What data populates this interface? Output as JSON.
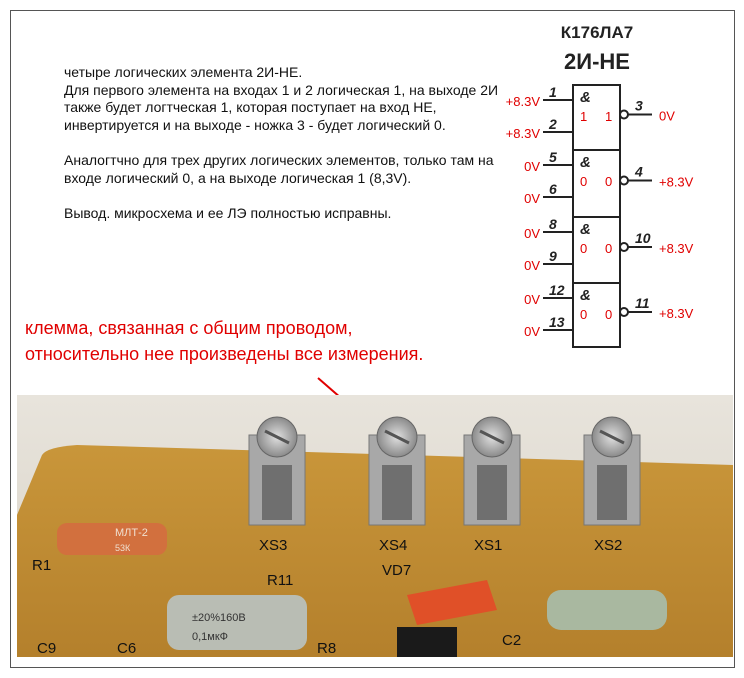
{
  "description": {
    "line1": "четыре логических элемента 2И-НЕ.",
    "para1": "Для первого элемента на входах 1 и 2 логическая 1, на выходе 2И также будет логтческая 1, которая поступает на вход НЕ,  инвертируется и на выходе - ножка 3 - будет логический 0.",
    "para2": "Аналогтчно для трех других логических элементов, только там на входе логический 0, а на выходе логическая 1 (8,3V).",
    "para3": "Вывод.  микросхема и ее ЛЭ полностью исправны."
  },
  "schematic": {
    "chip": "К176ЛА7",
    "type": "2И-НЕ",
    "gates": [
      {
        "symbol": "&",
        "in_pins": [
          "1",
          "2"
        ],
        "in_volts": [
          "+8.3V",
          "+8.3V"
        ],
        "in_logic": "1",
        "out_logic": "1",
        "out_pin": "3",
        "out_volt": "0V"
      },
      {
        "symbol": "&",
        "in_pins": [
          "5",
          "6"
        ],
        "in_volts": [
          "0V",
          "0V"
        ],
        "in_logic": "0",
        "out_logic": "0",
        "out_pin": "4",
        "out_volt": "+8.3V"
      },
      {
        "symbol": "&",
        "in_pins": [
          "8",
          "9"
        ],
        "in_volts": [
          "0V",
          "0V"
        ],
        "in_logic": "0",
        "out_logic": "0",
        "out_pin": "10",
        "out_volt": "+8.3V"
      },
      {
        "symbol": "&",
        "in_pins": [
          "12",
          "13"
        ],
        "in_volts": [
          "0V",
          "0V"
        ],
        "in_logic": "0",
        "out_logic": "0",
        "out_pin": "11",
        "out_volt": "+8.3V"
      }
    ],
    "accent_color": "#e00000"
  },
  "note": {
    "line1": "клемма, связанная с общим проводом,",
    "line2": "относительно нее произведены все измерения."
  },
  "photo": {
    "terminals": [
      "XS3",
      "XS4",
      "XS1",
      "XS2"
    ],
    "labels": {
      "r1": "R1",
      "r11": "R11",
      "vd7": "VD7",
      "c9": "C9",
      "c6": "C6",
      "r8": "R8",
      "c2": "C2",
      "resistor": "МЛТ-2",
      "resistor_val": "53К",
      "cap1": "0,1мкФ",
      "cap1b": "±20%160В"
    }
  }
}
